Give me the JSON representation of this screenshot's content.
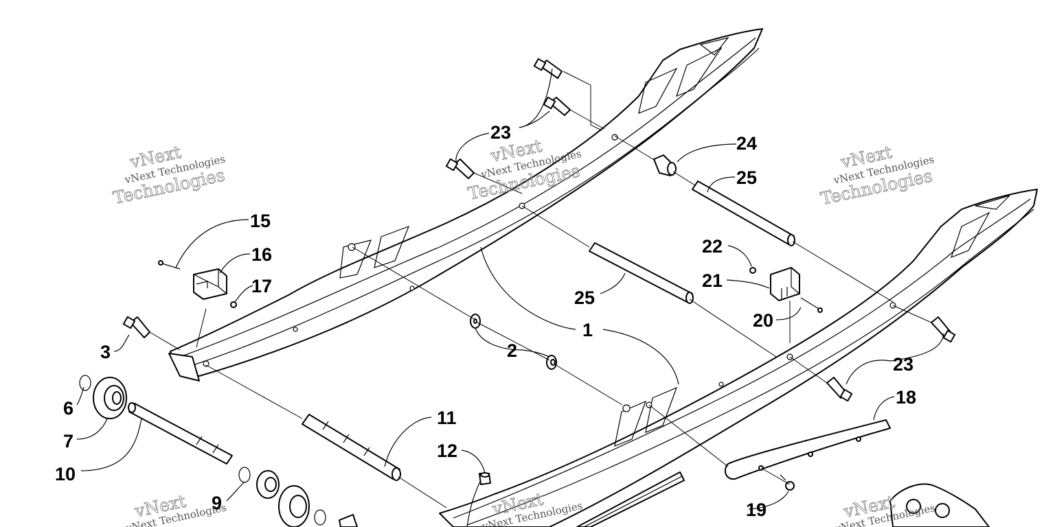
{
  "watermark": {
    "line1": "vNext Technologies",
    "line2": "vNext",
    "line3": "Technologies"
  },
  "callouts": {
    "c1": "1",
    "c2": "2",
    "c3": "3",
    "c6": "6",
    "c7": "7",
    "c9": "9",
    "c10": "10",
    "c11": "11",
    "c12": "12",
    "c15": "15",
    "c16": "16",
    "c17": "17",
    "c18": "18",
    "c19": "19",
    "c20": "20",
    "c21": "21",
    "c22": "22",
    "c23a": "23",
    "c23b": "23",
    "c24": "24",
    "c25a": "25",
    "c25b": "25"
  }
}
